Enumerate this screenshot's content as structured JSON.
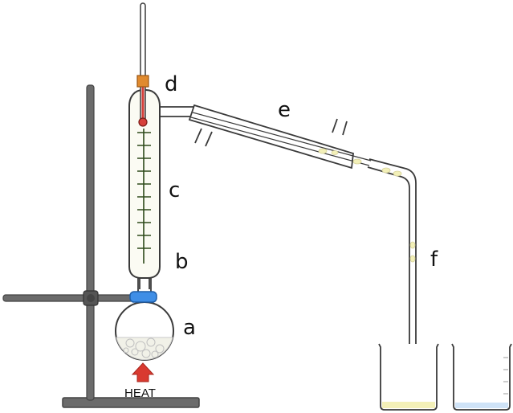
{
  "labels": {
    "a": "a",
    "b": "b",
    "c": "c",
    "d": "d",
    "e": "e",
    "f": "f"
  },
  "heat_label": "HEAT",
  "colors": {
    "stand": "#6b6b6b",
    "glass_outline": "#3a3a3a",
    "clamp_blue": "#3f8ee6",
    "bung_orange": "#e08a2e",
    "thermometer_red": "#d6403a",
    "heat_arrow": "#d93a30",
    "distillate": "#f3f0b8",
    "water": "#cfe3f7",
    "tick": "#2e4a1a"
  }
}
